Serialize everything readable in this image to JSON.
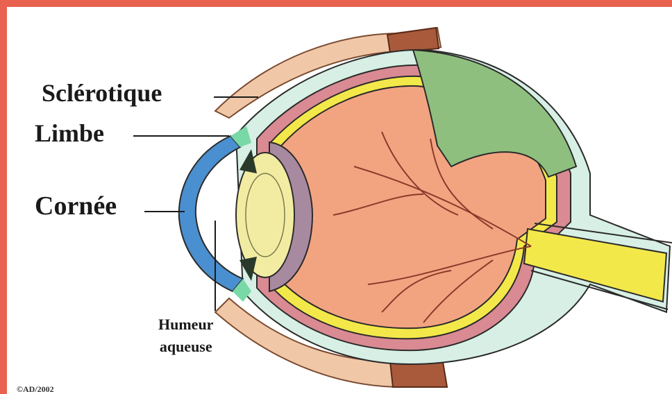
{
  "labels": {
    "sclerotique": "Sclérotique",
    "limbe": "Limbe",
    "cornee": "Cornée",
    "humeur_line1": "Humeur",
    "humeur_line2": "aqueuse"
  },
  "copyright": "©AD/2002",
  "colors": {
    "frame": "#e8624f",
    "sclera": "#d7efe4",
    "cornea": "#4a8fcf",
    "limbus": "#78d8a6",
    "choroid": "#d98a92",
    "retina": "#f3e84a",
    "vitreous": "#f2a481",
    "iris": "#a88aa0",
    "lens": "#f2eca2",
    "vitreous_cut": "#8fbf7f",
    "eyelid": "#a85a3a",
    "vessel": "#8a3a2a"
  }
}
